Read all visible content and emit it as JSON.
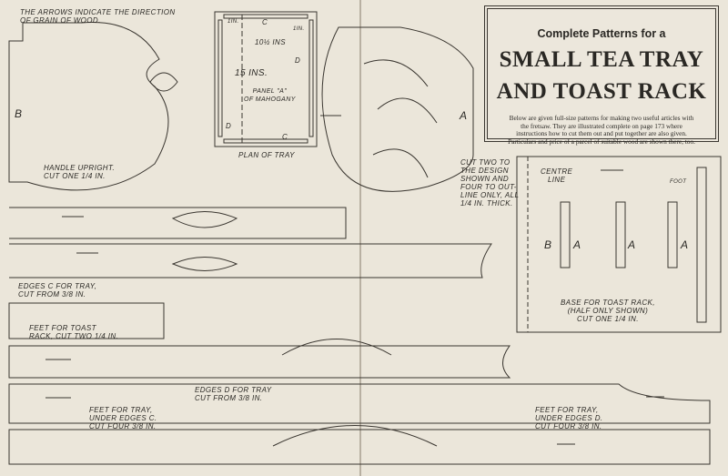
{
  "title_box": {
    "subtitle": "Complete Patterns for a",
    "title_line1": "SMALL TEA TRAY",
    "title_line2": "AND TOAST RACK",
    "description": "Below are given full-size patterns for making two useful articles with the fretsaw. They are illustrated complete on page 173 where instructions how to cut them out and put together are also given. Particulars and price of a parcel of suitable wood are shown there, too."
  },
  "notes": {
    "grain": "THE ARROWS INDICATE THE DIRECTION\nOF GRAIN OF WOOD.",
    "handle": "HANDLE UPRIGHT.\nCUT ONE 1/4 IN.",
    "cut_two": "CUT TWO TO\nTHE DESIGN\nSHOWN AND\nFOUR TO OUT-\nLINE ONLY, ALL\n1/4 IN. THICK.",
    "edges_c": "EDGES C FOR TRAY,\nCUT FROM 3/8 IN.",
    "feet_toast": "FEET FOR TOAST\nRACK, CUT TWO 1/4 IN.",
    "edges_d": "EDGES D FOR TRAY\nCUT FROM 3/8 IN.",
    "feet_c": "FEET FOR TRAY,\nUNDER EDGES C.\nCUT FOUR 3/8 IN.",
    "feet_d": "FEET FOR TRAY,\nUNDER EDGES D.\nCUT FOUR 3/8 IN.",
    "base": "BASE FOR TOAST RACK,\n(HALF ONLY SHOWN)\nCUT ONE 1/4 IN.",
    "centre": "CENTRE\nLINE",
    "foot": "FOOT"
  },
  "labels": {
    "b_left": "B",
    "a_right": "A",
    "b_base": "B",
    "a1": "A",
    "a2": "A",
    "a3": "A"
  },
  "plan": {
    "one_in_left": "1IN.",
    "c_top": "C",
    "one_in_right": "1IN.",
    "width": "10½ INS",
    "d_right": "D",
    "length": "15 INS.",
    "panel": "PANEL \"A\"\nOF MAHOGANY",
    "d_left": "D",
    "c_bottom": "C",
    "caption": "PLAN OF TRAY"
  }
}
